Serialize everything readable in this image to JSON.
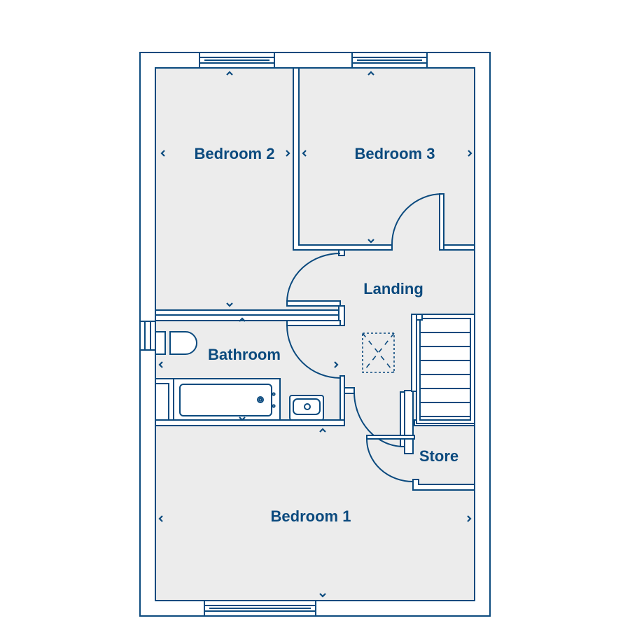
{
  "colors": {
    "line": "#0b4a7e",
    "floor": "#ececec",
    "wall": "#ffffff"
  },
  "rooms": {
    "bedroom2": "Bedroom 2",
    "bedroom3": "Bedroom 3",
    "landing": "Landing",
    "bathroom": "Bathroom",
    "store": "Store",
    "bedroom1": "Bedroom 1"
  }
}
